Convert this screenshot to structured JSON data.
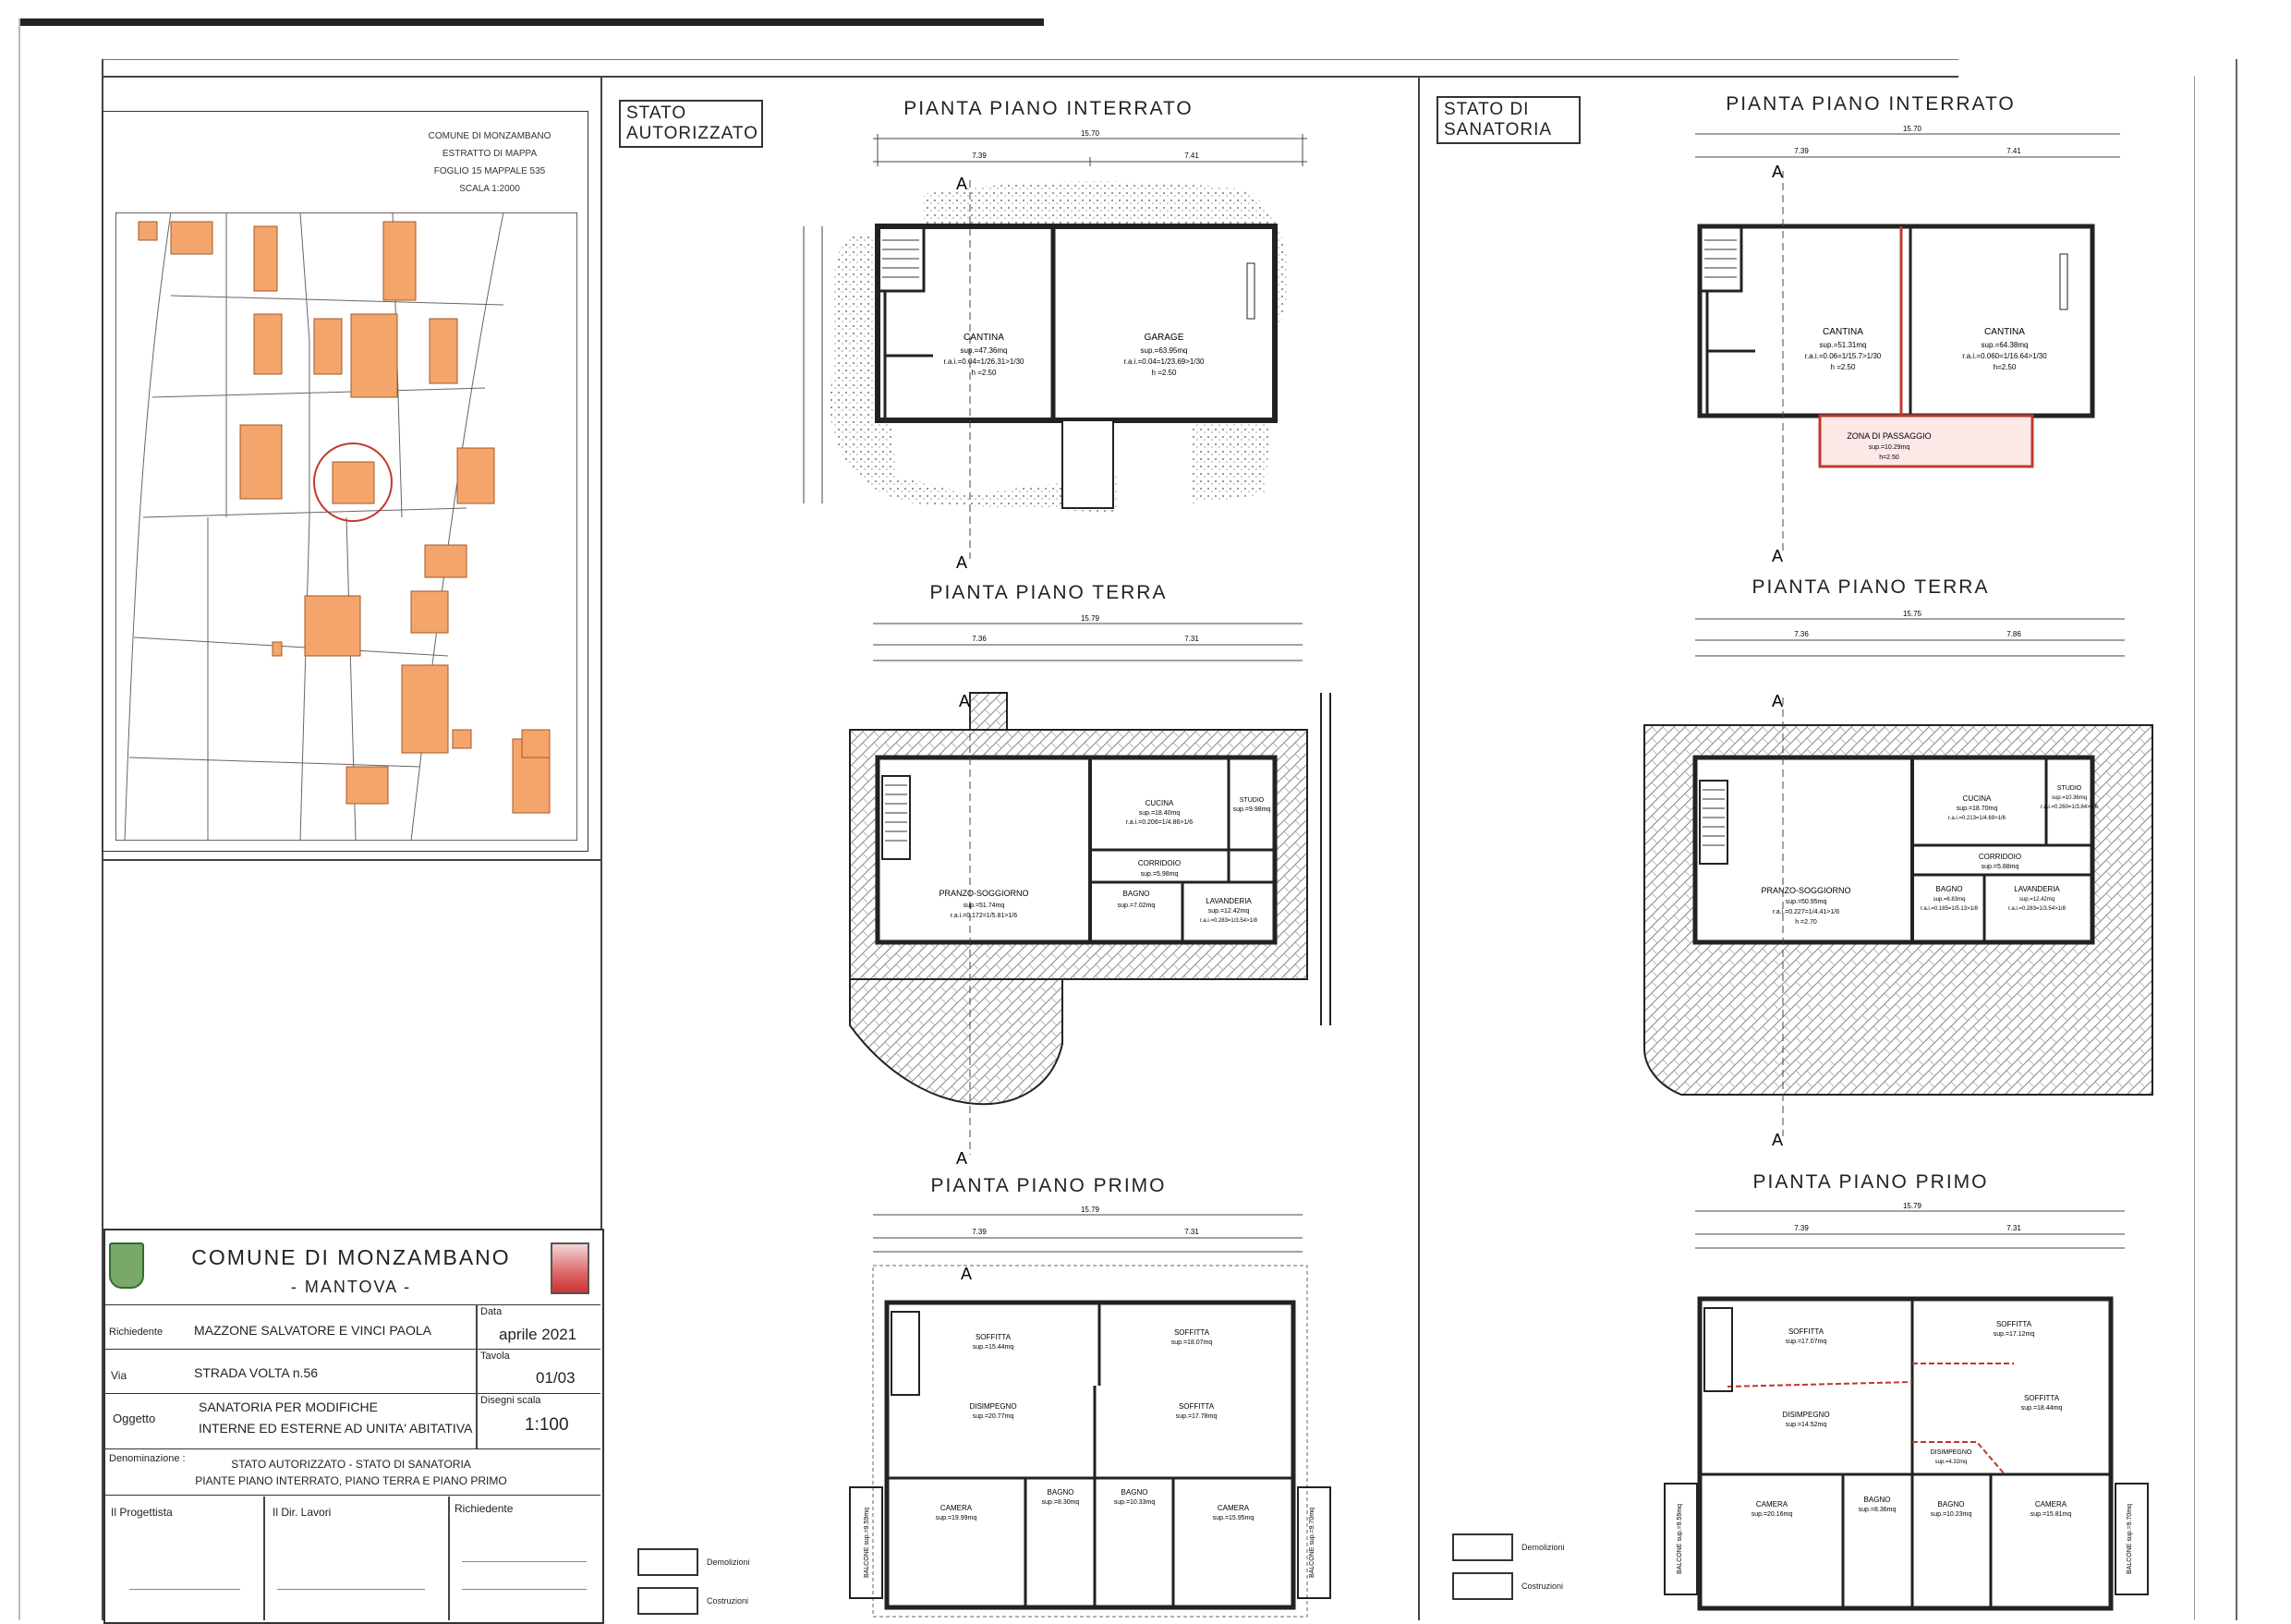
{
  "panels": {
    "authorized_label": "STATO AUTORIZZATO",
    "sanatoria_label": "STATO DI SANATORIA"
  },
  "map": {
    "header": [
      "COMUNE DI MONZAMBANO",
      "ESTRATTO DI MAPPA",
      "FOGLIO 15 MAPPALE 535",
      "SCALA 1:2000"
    ]
  },
  "plans": {
    "interrato": "PIANTA PIANO INTERRATO",
    "terra": "PIANTA PIANO TERRA",
    "primo": "PIANTA PIANO PRIMO",
    "width_total": "15.70",
    "width_total_upper": "15.79",
    "width_total_terra_san": "15.75",
    "rooms_auth_interrato": [
      {
        "name": "CANTINA",
        "sup": "sup.=47.36mq",
        "rai": "r.a.i.=0.04=1/26.31>1/30",
        "h": "h =2.50"
      },
      {
        "name": "GARAGE",
        "sup": "sup.=63.95mq",
        "rai": "r.a.i.=0.04=1/23.69>1/30",
        "h": "h =2.50"
      }
    ],
    "rooms_san_interrato": [
      {
        "name": "CANTINA",
        "sup": "sup.=51.31mq",
        "rai": "r.a.i.=0.06=1/15.7>1/30",
        "h": "h =2.50"
      },
      {
        "name": "CANTINA",
        "sup": "sup.=64.38mq",
        "rai": "r.a.i.=0.060=1/16.64>1/30",
        "h": "h=2.50"
      },
      {
        "name": "ZONA DI PASSAGGIO",
        "sup": "sup.=10.29mq",
        "rai": "",
        "h": "h=2.50"
      }
    ],
    "rooms_auth_terra": [
      {
        "name": "PRANZO-SOGGIORNO",
        "sup": "sup.=51.74mq",
        "rai": "r.a.i.=0.172=1/5.81>1/6"
      },
      {
        "name": "CUCINA",
        "sup": "sup.=18.40mq",
        "rai": "r.a.i.=0.206=1/4.86>1/6"
      },
      {
        "name": "STUDIO",
        "sup": "sup.=9.98mq",
        "rai": ""
      },
      {
        "name": "CORRIDOIO",
        "sup": "sup.=5.98mq",
        "rai": ""
      },
      {
        "name": "BAGNO",
        "sup": "sup.=7.02mq",
        "rai": ""
      },
      {
        "name": "LAVANDERIA",
        "sup": "sup.=12.42mq",
        "rai": "r.a.i.=0.283=1/3.54>1/8"
      }
    ],
    "rooms_san_terra": [
      {
        "name": "PRANZO-SOGGIORNO",
        "sup": "sup.=50.95mq",
        "rai": "r.a.i.=0.227=1/4.41>1/6",
        "h": "h =2.70"
      },
      {
        "name": "CUCINA",
        "sup": "sup.=18.70mq",
        "rai": "r.a.i.=0.213=1/4.69>1/6"
      },
      {
        "name": "STUDIO",
        "sup": "sup.=10.36mq",
        "rai": "r.a.i.=0.260=1/3.84>1/6"
      },
      {
        "name": "CORRIDOIO",
        "sup": "sup.=5.88mq",
        "rai": ""
      },
      {
        "name": "BAGNO",
        "sup": "sup.=6.83mq",
        "rai": "r.a.i.=0.185=1/5.13>1/8"
      },
      {
        "name": "LAVANDERIA",
        "sup": "sup.=12.42mq",
        "rai": "r.a.i.=0.283=1/3.54>1/8"
      }
    ],
    "rooms_auth_primo": [
      {
        "name": "SOFFITTA",
        "sup": "sup.=15.44mq"
      },
      {
        "name": "SOFFITTA",
        "sup": "sup.=18.07mq"
      },
      {
        "name": "DISIMPEGNO",
        "sup": "sup.=20.77mq"
      },
      {
        "name": "SOFFITTA",
        "sup": "sup.=17.78mq"
      },
      {
        "name": "CAMERA",
        "sup": "sup.=19.99mq"
      },
      {
        "name": "BAGNO",
        "sup": "sup.=8.30mq"
      },
      {
        "name": "BAGNO",
        "sup": "sup.=10.33mq"
      },
      {
        "name": "CAMERA",
        "sup": "sup.=15.95mq"
      }
    ],
    "rooms_san_primo": [
      {
        "name": "SOFFITTA",
        "sup": "sup.=17.07mq"
      },
      {
        "name": "SOFFITTA",
        "sup": "sup.=17.12mq"
      },
      {
        "name": "DISIMPEGNO",
        "sup": "sup.=14.52mq"
      },
      {
        "name": "SOFFITTA",
        "sup": "sup.=18.44mq"
      },
      {
        "name": "DISIMPEGNO",
        "sup": "sup.=4.32mq"
      },
      {
        "name": "CAMERA",
        "sup": "sup.=20.16mq"
      },
      {
        "name": "BAGNO",
        "sup": "sup.=8.36mq"
      },
      {
        "name": "BAGNO",
        "sup": "sup.=10.23mq"
      },
      {
        "name": "CAMERA",
        "sup": "sup.=15.81mq"
      }
    ],
    "balcone_left": "BALCONE sup.=9.59mq",
    "balcone_right": "BALCONE sup.=9.70mq",
    "section_marker": "A"
  },
  "title_block": {
    "comune": "COMUNE DI MONZAMBANO",
    "provincia": "- MANTOVA -",
    "richiedente_label": "Richiedente",
    "richiedente": "MAZZONE SALVATORE E VINCI PAOLA",
    "data_label": "Data",
    "data": "aprile 2021",
    "via_label": "Via",
    "via": "STRADA VOLTA n.56",
    "tavola_label": "Tavola",
    "tavola": "01/03",
    "oggetto_label": "Oggetto",
    "oggetto_1": "SANATORIA PER MODIFICHE",
    "oggetto_2": "INTERNE ED ESTERNE AD UNITA' ABITATIVA",
    "scala_label": "Disegni scala",
    "scala": "1:100",
    "denominazione_label": "Denominazione :",
    "denominazione_1": "STATO AUTORIZZATO - STATO DI SANATORIA",
    "denominazione_2": "PIANTE PIANO INTERRATO, PIANO TERRA E PIANO PRIMO",
    "progettista_label": "Il Progettista",
    "direttore_label": "Il Dir. Lavori",
    "richiedente2_label": "Richiedente"
  },
  "legend": {
    "demolizioni": "Demolizioni",
    "costruzioni": "Costruzioni"
  }
}
